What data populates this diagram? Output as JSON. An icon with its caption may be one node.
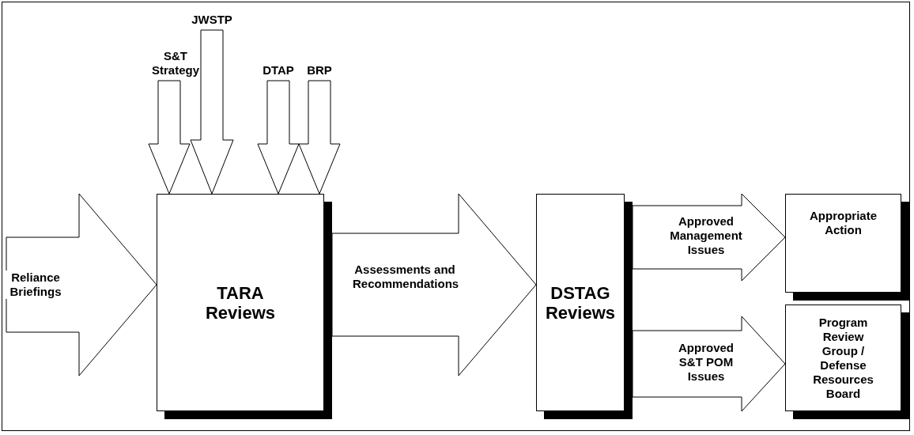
{
  "diagram": {
    "nodes": [
      {
        "text": [
          "TARA Reviews"
        ]
      },
      {
        "text": [
          "DSTAG Reviews"
        ]
      },
      {
        "text": [
          "Appropriate Action"
        ]
      },
      {
        "text": [
          "Program Review Group / Defense Resources Board"
        ]
      },
      {
        "text": [
          "S&T Strategy"
        ]
      },
      {
        "text": [
          "JWSTP"
        ]
      },
      {
        "text": [
          "DTAP"
        ]
      },
      {
        "text": [
          "BRP"
        ]
      }
    ],
    "edges": [
      {
        "from": null,
        "to": 0,
        "arrow": "to",
        "label": "Reliance Briefings"
      },
      {
        "from": 4,
        "to": 0,
        "arrow": "to"
      },
      {
        "from": 5,
        "to": 0,
        "arrow": "to"
      },
      {
        "from": 6,
        "to": 0,
        "arrow": "to"
      },
      {
        "from": 7,
        "to": 0,
        "arrow": "to"
      },
      {
        "from": 0,
        "to": 1,
        "arrow": "to",
        "label": "Assessments and Recommendations"
      },
      {
        "from": 1,
        "to": 2,
        "arrow": "to",
        "label": "Approved Management Issues"
      },
      {
        "from": 1,
        "to": 3,
        "arrow": "to",
        "label": "Approved S&T POM Issues"
      }
    ]
  }
}
